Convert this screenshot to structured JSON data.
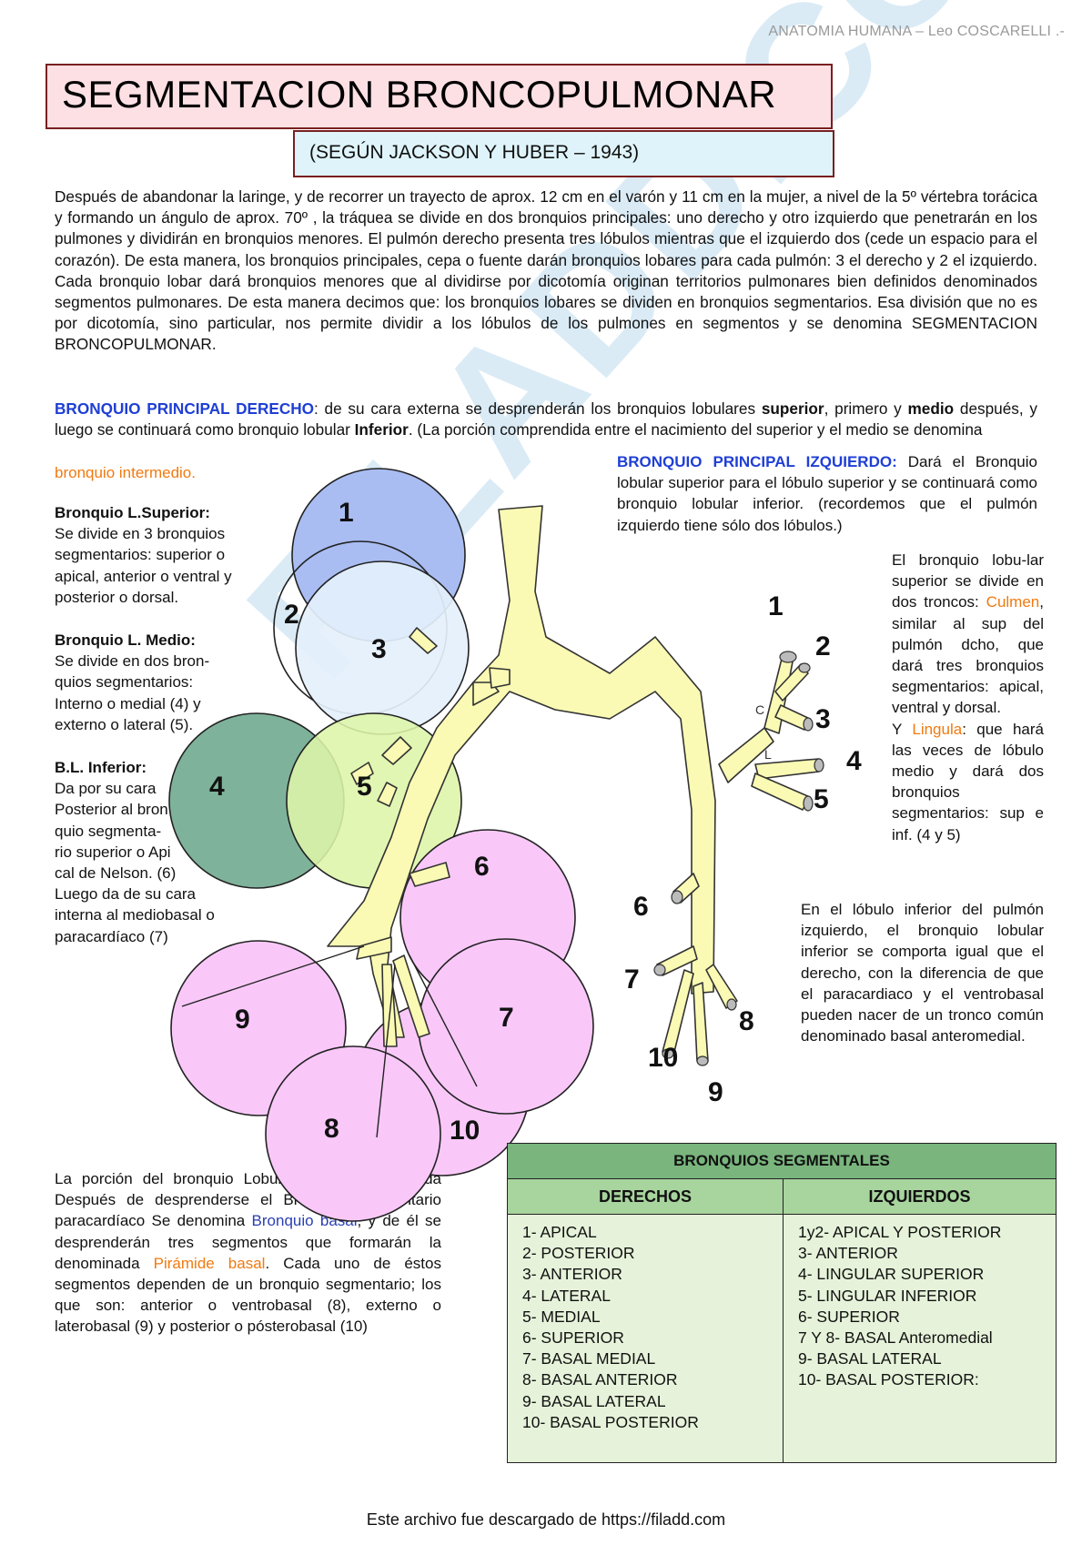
{
  "header": "ANATOMIA HUMANA – Leo COSCARELLI .-",
  "title": "SEGMENTACION BRONCOPULMONAR",
  "subtitle": "(SEGÚN JACKSON Y HUBER – 1943)",
  "intro": "Después de abandonar la laringe, y de recorrer un trayecto de aprox. 12 cm en el varón y 11 cm en la mujer, a nivel de la 5º vértebra torácica y formando un ángulo de aprox. 70º , la tráquea se divide en dos bronquios principales: uno derecho y otro izquierdo que penetrarán en los pulmones y dividirán  en bronquios menores.  El pulmón derecho presenta tres lóbulos mientras que el izquierdo dos (cede un espacio para el corazón). De esta manera, los bronquios principales, cepa o fuente  darán bronquios lobares para cada pulmón: 3 el derecho y 2 el izquierdo.  Cada bronquio lobar dará bronquios menores que al dividirse por dicotomía originan territorios pulmonares bien definidos denominados segmentos pulmonares. De esta manera decimos que: los bronquios lobares se dividen en bronquios segmentarios. Esa división que no es por dicotomía, sino particular, nos permite dividir a los lóbulos de los pulmones en segmentos y se denomina SEGMENTACION BRONCOPULMONAR.",
  "right_main": {
    "heading": "BRONQUIO PRINCIPAL DERECHO",
    "t1": ": de su cara externa se desprenderán los bronquios lobulares ",
    "sup": "superior",
    "t2": ", primero y ",
    "medio": "medio",
    "t3": " después,  y luego se continuará como bronquio lobular ",
    "inf": "Inferior",
    "t4": ". (La porción comprendida entre el nacimiento del superior y el medio se denomina",
    "intermedio": "bronquio intermedio."
  },
  "left_main": {
    "heading": "BRONQUIO PRINCIPAL IZQUIERDO:",
    "text": " Dará el Bronquio lobular superior para el lóbulo superior y se continuará como bronquio lobular inferior. (recordemos que el pulmón izquierdo tiene sólo dos lóbulos.)"
  },
  "sup_lobe": {
    "heading": "Bronquio L.Superior:",
    "lines": [
      "Se divide en 3 bronquios",
      "segmentarios: superior o",
      "apical, anterior o ventral y",
      "posterior o dorsal."
    ]
  },
  "mid_lobe": {
    "heading": "Bronquio L. Medio:",
    "lines": [
      "Se divide en dos bron-",
      "quios segmentarios:",
      "Interno o medial (4)  y",
      "externo o lateral (5)."
    ]
  },
  "inf_lobe": {
    "heading": "B.L. Inferior:",
    "lines": [
      "Da por su cara",
      "Posterior al bron",
      "quio segmenta-",
      "rio superior o Api",
      "cal de Nelson. (6)",
      "Luego da de su cara",
      "interna al mediobasal o",
      "paracardíaco (7)"
    ]
  },
  "culmen": {
    "t1": "El bronquio lobu-lar superior se divide en dos troncos: ",
    "culmen": "Culmen",
    "t2": ", similar al sup del pulmón dcho, que dará tres bronquios segmentarios: apical, ventral y dorsal.",
    "t3": "Y ",
    "lingula": "Lingula",
    "t4": ": que hará las veces de lóbulo medio y dará dos bronquios segmentarios: sup e inf. (4 y 5)"
  },
  "left_inf": "En el lóbulo inferior del pulmón izquierdo, el bronquio lobular inferior se comporta igual que el derecho, con la diferencia de que el paracardiaco y el ventrobasal pueden nacer de un tronco común denominado basal anteromedial.",
  "basal": {
    "t1": "La porción del bronquio Lobular inferior que queda Después de desprenderse el Bronquio segmentario paracardíaco Se denomina ",
    "bb": "Bronquio basal",
    "t2": ", y de él se desprenderán tres segmentos que formarán la denominada ",
    "pb": "Pirámide basal",
    "t3": ".  Cada uno de éstos segmentos dependen de un bronquio segmentario; los que son: anterior o ventrobasal (8), externo o laterobasal (9)  y posterior o pósterobasal  (10)"
  },
  "diagram": {
    "right_segments": [
      "1",
      "2",
      "3",
      "4",
      "5",
      "6",
      "7",
      "8",
      "9",
      "10"
    ],
    "left_segments": [
      "1",
      "2",
      "3",
      "4",
      "5",
      "6",
      "7",
      "8",
      "9",
      "10"
    ],
    "letter_c": "C",
    "letter_l": "L",
    "colors": {
      "s1": "#a9bdf2",
      "s3": "#e4f0fc",
      "s4": "#7fb29a",
      "s5": "#ddf5a8",
      "pink": "#f9c8f9",
      "bronchus": "#fafab4"
    }
  },
  "table": {
    "title": "BRONQUIOS SEGMENTALES",
    "col_right": "DERECHOS",
    "col_left": "IZQUIERDOS",
    "right": [
      "1- APICAL",
      "2- POSTERIOR",
      "3- ANTERIOR",
      "4- LATERAL",
      "5- MEDIAL",
      "6- SUPERIOR",
      "7- BASAL MEDIAL",
      "8- BASAL ANTERIOR",
      "9- BASAL LATERAL",
      "10- BASAL POSTERIOR"
    ],
    "left": [
      "1y2- APICAL  Y  POSTERIOR",
      "3- ANTERIOR",
      "4- LINGULAR SUPERIOR",
      "5- LINGULAR INFERIOR",
      "6- SUPERIOR",
      "7 Y 8- BASAL Anteromedial",
      "9- BASAL LATERAL",
      "10- BASAL POSTERIOR:"
    ]
  },
  "footer": "Este archivo fue descargado de https://filadd.com",
  "watermark": "FILADD.COM"
}
